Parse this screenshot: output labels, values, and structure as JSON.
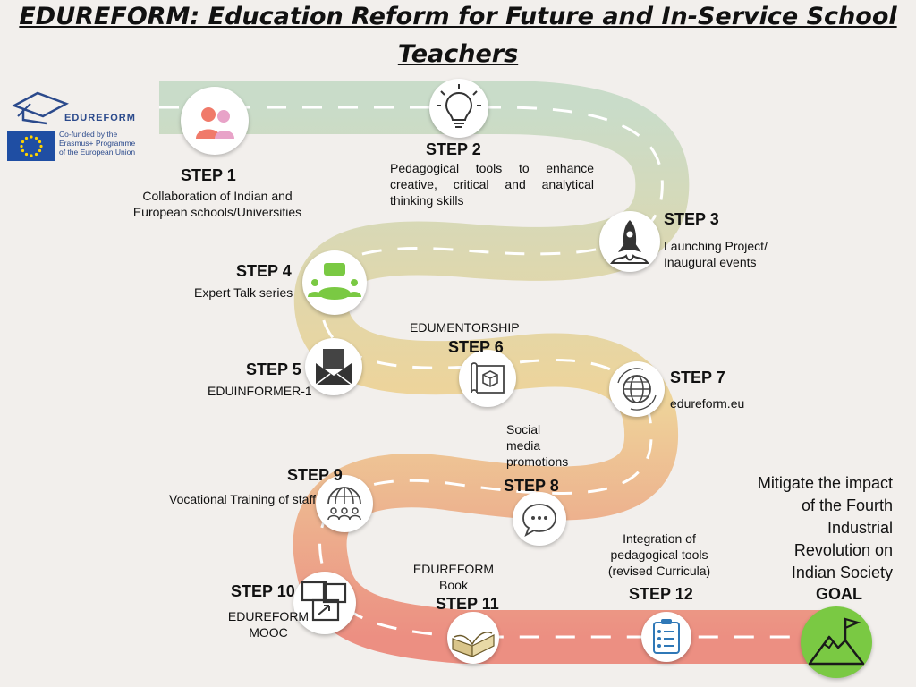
{
  "title": {
    "line1": "EDUREFORM: Education Reform for Future and In-Service School",
    "line2": "Teachers "
  },
  "logo": {
    "wordmark": "EDUREFORM",
    "eu_lines": [
      "Co-funded by the",
      "Erasmus+ Programme",
      "of the European Union"
    ]
  },
  "steps": [
    {
      "label": "STEP 1",
      "desc": "Collaboration of Indian and European schools/Universities",
      "icon": "people-icon"
    },
    {
      "label": "STEP 2",
      "desc": "Pedagogical tools to enhance creative, critical and analytical thinking skills",
      "icon": "lightbulb-icon"
    },
    {
      "label": "STEP 3",
      "desc": "Launching Project/ Inaugural events",
      "icon": "rocket-icon"
    },
    {
      "label": "STEP 4",
      "desc": "Expert Talk series",
      "icon": "meeting-icon"
    },
    {
      "label": "STEP 5",
      "desc": "EDUINFORMER-1",
      "icon": "envelope-icon"
    },
    {
      "label": "STEP 6",
      "desc": "EDUMENTORSHIP",
      "icon": "blueprint-icon"
    },
    {
      "label": "STEP 7",
      "desc": "edureform.eu",
      "icon": "globe-icon"
    },
    {
      "label": "STEP 8",
      "desc": "Social media promotions",
      "icon": "chat-bubble-icon"
    },
    {
      "label": "STEP 9",
      "desc": "Vocational Training of staff",
      "icon": "global-network-icon"
    },
    {
      "label": "STEP 10",
      "desc": "EDUREFORM MOOC",
      "icon": "screens-icon"
    },
    {
      "label": "STEP 11",
      "desc": "EDUREFORM Book",
      "icon": "open-book-icon"
    },
    {
      "label": "STEP 12",
      "desc": "Integration of pedagogical tools (revised Curricula)",
      "icon": "clipboard-icon"
    }
  ],
  "goal": {
    "label": "GOAL",
    "text": "Mitigate the impact of the Fourth Industrial Revolution on Indian Society",
    "icon": "mountain-flag-icon"
  },
  "colors": {
    "road_start": "#c9dcc9",
    "road_mid": "#eed49a",
    "road_end": "#ec8f82",
    "goal": "#7ac943"
  }
}
